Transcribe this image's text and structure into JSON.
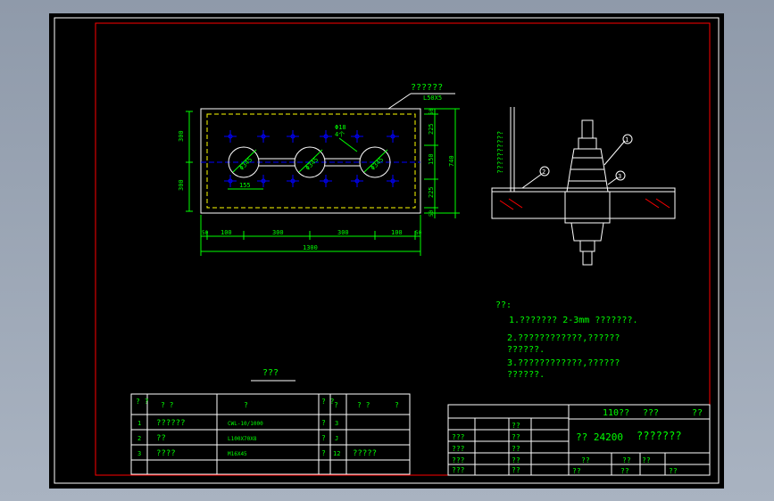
{
  "colors": {
    "background": "#000000",
    "frame": "#ff0000",
    "line": "#ffffff",
    "text": "#00ff00",
    "accent": "#ffff00",
    "hole": "#0000ff"
  },
  "plan": {
    "plate_label": "??????",
    "plate_spec": "L50X5",
    "hole_labels": [
      "Φ345",
      "Φ345",
      "Φ345"
    ],
    "bolt_label": "Φ18",
    "bolt_count": "4个",
    "dim_155": "155",
    "dims_top": [
      "50",
      "100",
      "300",
      "300",
      "100",
      "50"
    ],
    "dim_total": "1300",
    "dims_left": [
      "300",
      "300"
    ],
    "dims_right": [
      "50",
      "225",
      "150",
      "225",
      "50"
    ],
    "dim_right_total": "740"
  },
  "section": {
    "side_label": "??????????",
    "markers": [
      "1",
      "2",
      "3"
    ]
  },
  "notes": {
    "heading": "??:",
    "lines": [
      "1.???????    2-3mm ???????.",
      "2.????????????,??????",
      "  ??????.",
      "3.????????????,??????",
      "  ??????."
    ]
  },
  "parts_table": {
    "title": "???",
    "header_left": [
      "?\n?",
      "?  ?",
      "?"
    ],
    "header_right": [
      "?\n?",
      "?",
      "?  ?",
      "?"
    ],
    "rows": [
      {
        "no": "1",
        "name": "??????",
        "spec": "CWL-10/1000",
        "qty": "?",
        "unit": "3",
        "note": ""
      },
      {
        "no": "2",
        "name": "??",
        "spec": "L100X70X8",
        "qty": "?",
        "unit": "J",
        "note": ""
      },
      {
        "no": "3",
        "name": "????",
        "spec": "M16X45",
        "qty": "?",
        "unit": "12",
        "note": "?????"
      }
    ]
  },
  "title_block": {
    "project": "110??",
    "section": "???",
    "field_1": "??",
    "drawing_no": "?? 24200",
    "drawing_name": "???????",
    "rows": [
      [
        "",
        "??",
        ""
      ],
      [
        "???",
        "??",
        ""
      ],
      [
        "???",
        "??",
        ""
      ],
      [
        "???",
        "??",
        ""
      ],
      [
        "???",
        "??",
        ""
      ]
    ],
    "bottom": [
      "??",
      "??",
      "??",
      "??",
      "??",
      "??"
    ]
  }
}
